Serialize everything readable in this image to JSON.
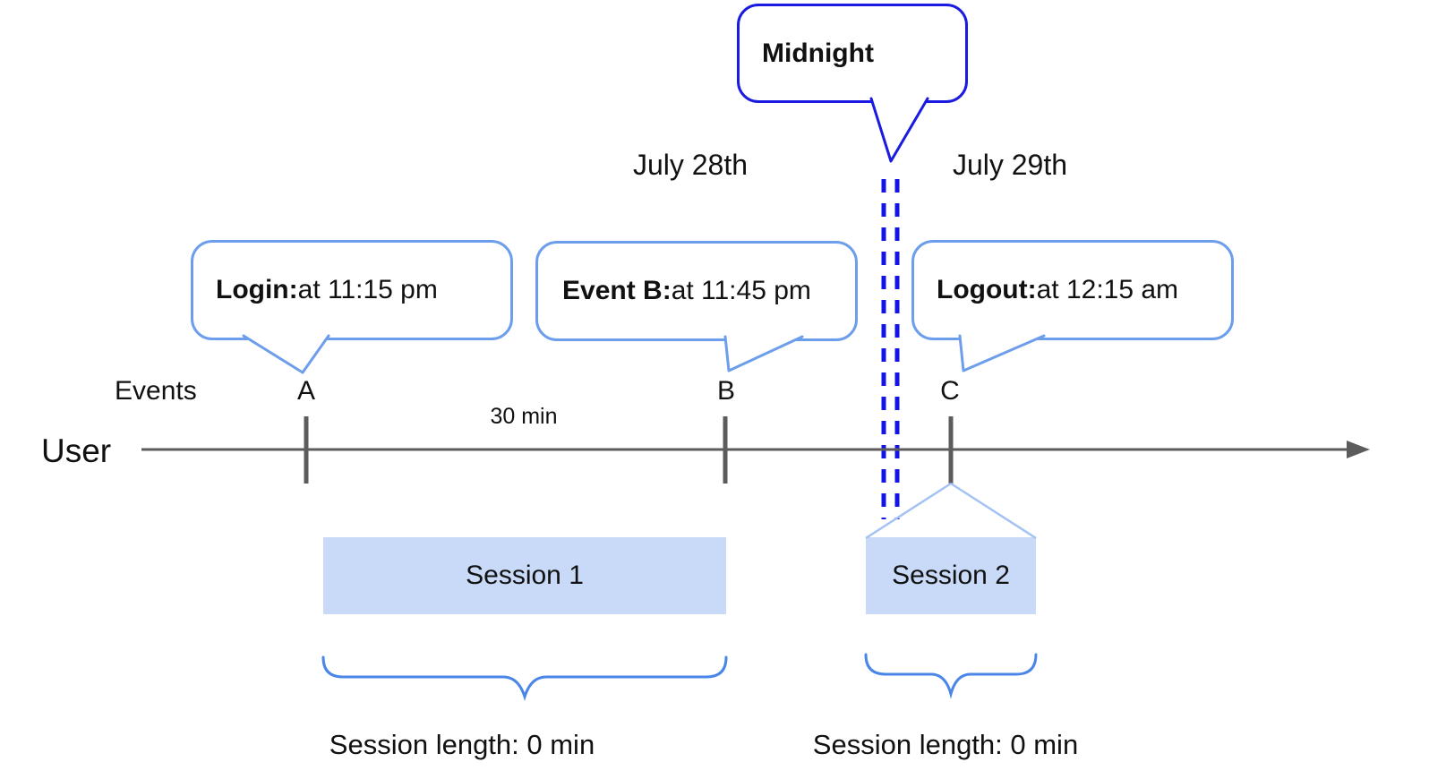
{
  "diagram": {
    "midnight_callout": {
      "label": "Midnight"
    },
    "dates": {
      "left": "July 28th",
      "right": "July 29th"
    },
    "callouts": [
      {
        "bold": "Login:",
        "text": " at 11:15 pm"
      },
      {
        "bold": "Event B:",
        "text": " at 11:45 pm"
      },
      {
        "bold": "Logout:",
        "text": " at 12:15 am"
      }
    ],
    "axis": {
      "events_label": "Events",
      "user_label": "User",
      "markers": [
        "A",
        "B",
        "C"
      ],
      "interval_label": "30 min"
    },
    "sessions": [
      {
        "label": "Session 1",
        "length_label": "Session length: 0 min"
      },
      {
        "label": "Session 2",
        "length_label": "Session length: 0 min"
      }
    ],
    "colors": {
      "midnight_border": "#1a1ae0",
      "midnight_dash": "#1414e6",
      "callout_border": "#6d9eeb",
      "session_fill": "#c9daf8",
      "brace_blue": "#4a86e8",
      "funnel_blue": "#a4c2f4",
      "axis_gray": "#5c5c5c",
      "text": "#111111"
    }
  }
}
